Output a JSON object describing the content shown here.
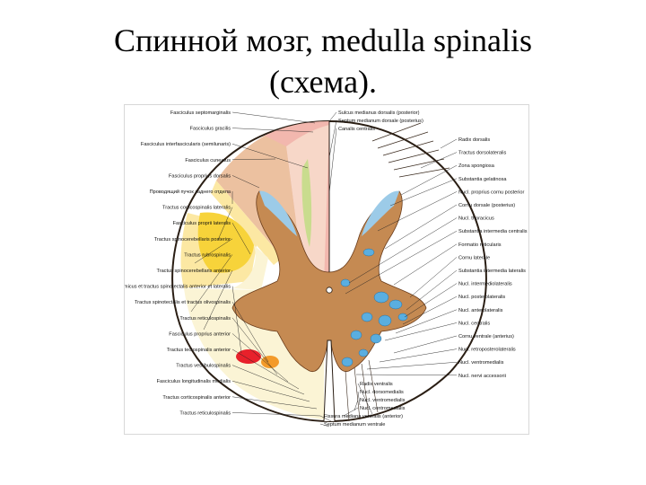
{
  "title": {
    "line1": "Спинной мозг, medulla spinalis",
    "line2": "(схема)."
  },
  "colors": {
    "outline": "#2a1e14",
    "posterior_pink": "#f2b7ae",
    "fasciculus_gracilis": "#f7d7c8",
    "fasciculus_cuneatus": "#ecc1a0",
    "interfascicular_green": "#c9dc8e",
    "lateral_yellow": "#f7d33a",
    "lateral_yellow_light": "#fce8a3",
    "anterior_cream": "#fbf4d5",
    "grey_matter_brown": "#c58a52",
    "substantia_gelatinosa_blue": "#9ccbe8",
    "nuclei_blue": "#5aaee0",
    "red_tract": "#e8212b",
    "orange_tract": "#f39a2a",
    "white_matter": "#ffffff"
  },
  "labels": {
    "left": [
      "Fasciculus septomarginalis",
      "Fasciculus gracilis",
      "Fasciculus interfascicularis (semilunaris)",
      "Fasciculus cuneatus",
      "Fasciculus proprius dorsalis",
      "Проводящий пучок заднего отдела",
      "Tractus corticospinalis lateralis",
      "Fasciculus proprii lateralis",
      "Tractus spinocerebellaris posterior",
      "Tractus rubrospinalis",
      "Tractus spinocerebellaris anterior",
      "Tractus spinothalamicus et tractus spinotectalis anterior et lateralis",
      "Tractus spinotectalis et tractus olivospinalis",
      "Tractus reticulospinalis",
      "Fasciculus proprius anterior",
      "Tractus tectospinalis anterior",
      "Tractus vestibulospinalis",
      "Fasciculus longitudinalis medialis",
      "Tractus corticospinalis anterior",
      "Tractus reticulospinalis"
    ],
    "top": [
      "Sulcus medianus dorsalis (posterior)",
      "Septum medianum dorsale (posterius)",
      "Canalis centralis"
    ],
    "right": [
      "Radix dorsalis",
      "Tractus dorsolateralis",
      "Zona spongiosa",
      "Substantia gelatinosa",
      "Nucl. proprius cornu posterior",
      "Cornu dorsale (posterius)",
      "Nucl. thoracicus",
      "Substantia intermedia centralis",
      "Formatio reticularis",
      "Cornu laterale",
      "Substantia intermedia lateralis",
      "Nucl. intermediolateralis",
      "Nucl. posterolateralis",
      "Nucl. anterolateralis",
      "Nucl. centralis",
      "Cornu ventrale (anterius)",
      "Nucl. retroposterolateralis",
      "Nucl. ventromedialis",
      "Nucl. nervi accessorii"
    ],
    "bottom": [
      "Radix ventralis",
      "Nucl. dorsomedialis",
      "Nucl. ventromedialis",
      "Nucl. centromedialis",
      "Fissura mediana ventralis (anterior)",
      "Septum medianum ventrale"
    ]
  }
}
